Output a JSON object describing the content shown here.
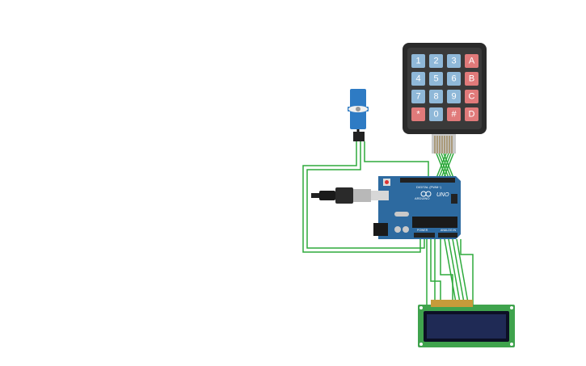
{
  "keypad": {
    "keys": [
      [
        "1",
        "2",
        "3",
        "A"
      ],
      [
        "4",
        "5",
        "6",
        "B"
      ],
      [
        "7",
        "8",
        "9",
        "C"
      ],
      [
        "*",
        "0",
        "#",
        "D"
      ]
    ],
    "colors": {
      "number_key": "#8fb8d8",
      "letter_key": "#e07a7a",
      "body": "#2a2a2a",
      "face": "#3a3a3a"
    }
  },
  "arduino": {
    "model_label": "UNO",
    "brand_label": "ARDUINO",
    "digital_label": "DIGITAL (PWM~)",
    "power_label": "POWER",
    "analog_label": "ANALOG IN",
    "colors": {
      "board": "#2d6aa0",
      "header": "#222222"
    }
  },
  "servo": {
    "colors": {
      "body": "#2e7bc4",
      "horn": "#f0f0f0"
    }
  },
  "lcd": {
    "colors": {
      "pcb": "#3fa34d",
      "screen": "#1f2a55",
      "frame": "#0c1024"
    }
  },
  "wire_color": "#2eaa3c"
}
